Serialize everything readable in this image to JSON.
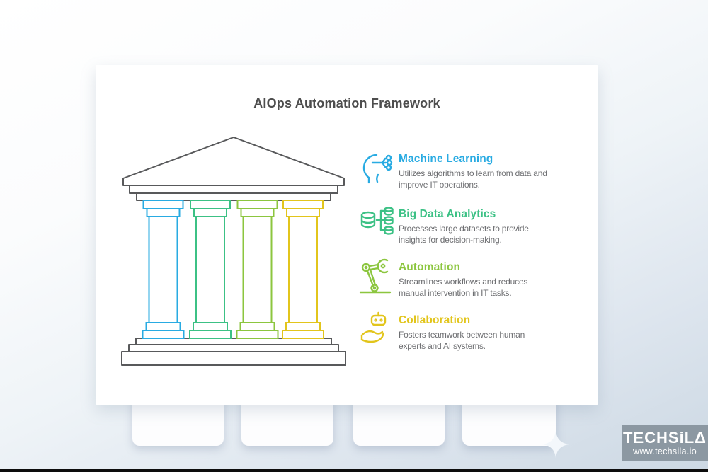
{
  "page": {
    "title": "AIOps Automation Framework",
    "background_top_color": "#ffffff",
    "background_bottom_color": "#ccd8e3",
    "title_color": "#4D4D4D",
    "description_color": "#6D6E71"
  },
  "items": [
    {
      "label": "Machine Learning",
      "description": "Utilizes algorithms to learn from data and improve IT operations.",
      "color": "#29ABE2",
      "icon": "ai-head-circuit-icon"
    },
    {
      "label": "Big Data Analytics",
      "description": "Processes large datasets to provide insights for decision-making.",
      "color": "#3CC185",
      "icon": "database-branch-icon"
    },
    {
      "label": "Automation",
      "description": "Streamlines workflows and reduces manual intervention in IT tasks.",
      "color": "#8CC63F",
      "icon": "robot-arm-icon"
    },
    {
      "label": "Collaboration",
      "description": "Fosters teamwork between human experts and AI systems.",
      "color": "#E2C51C",
      "icon": "hand-robot-icon"
    }
  ],
  "temple": {
    "outline_color": "#58595B",
    "pillar_colors": [
      "#29ABE2",
      "#3CC185",
      "#8CC63F",
      "#E2C51C"
    ]
  },
  "watermark": {
    "brand": "TECHSiLΔ",
    "url": "www.techsila.io",
    "background": "#8C98A2"
  }
}
